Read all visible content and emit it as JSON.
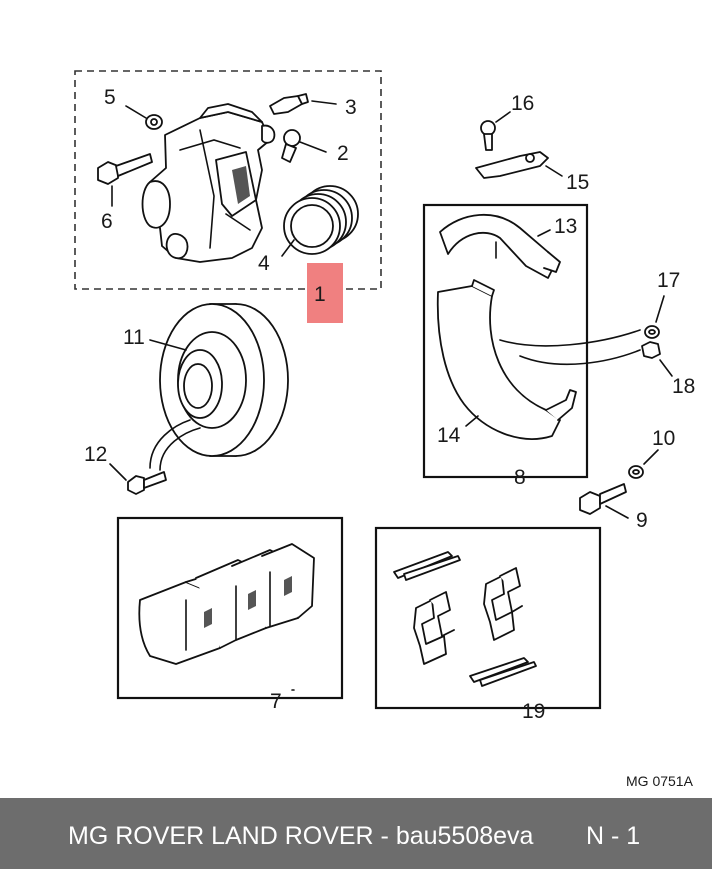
{
  "callouts": {
    "c1": "1",
    "c2": "2",
    "c3": "3",
    "c4": "4",
    "c5": "5",
    "c6": "6",
    "c7": "7",
    "c8": "8",
    "c9": "9",
    "c10": "10",
    "c11": "11",
    "c12": "12",
    "c13": "13",
    "c14": "14",
    "c15": "15",
    "c16": "16",
    "c17": "17",
    "c18": "18",
    "c19": "19"
  },
  "highlight_color": "#f08080",
  "diagram_code": "MG 0751A",
  "footer": {
    "text": "MG ROVER LAND ROVER - bau5508eva",
    "code": "N - 1"
  }
}
